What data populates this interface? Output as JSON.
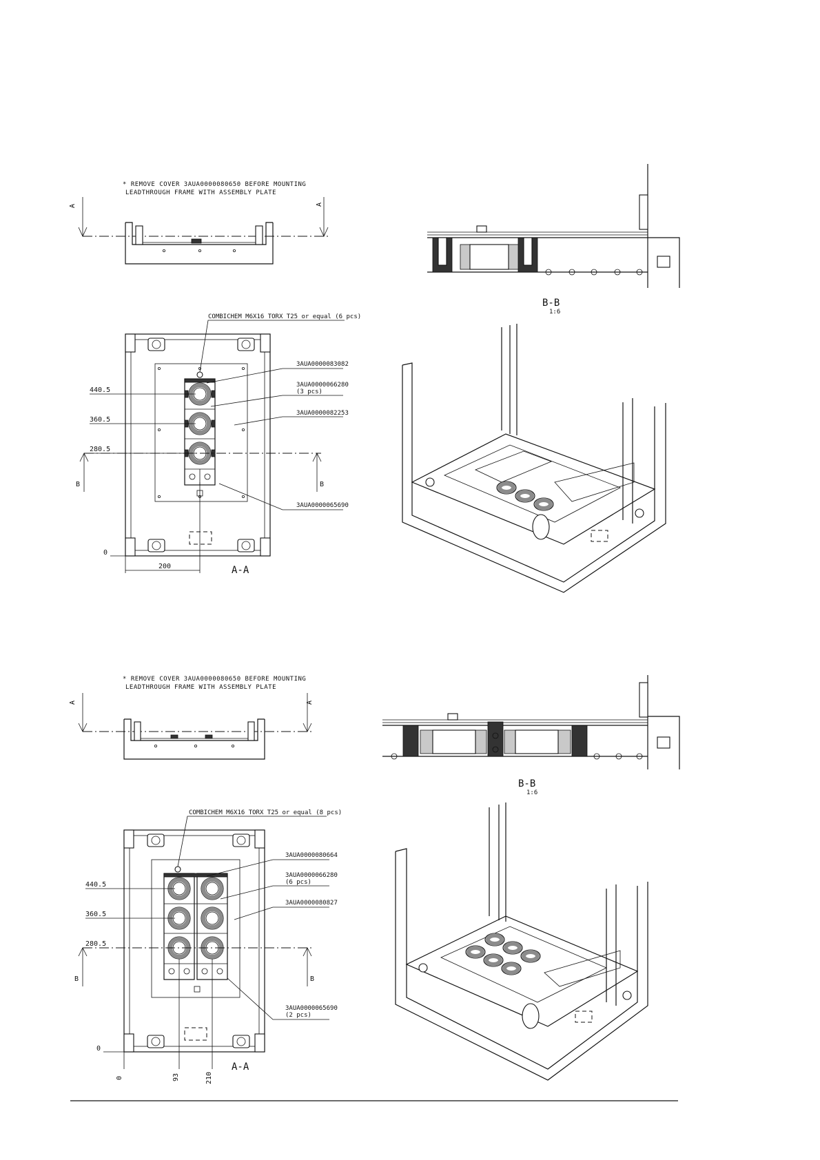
{
  "top": {
    "note_line1": "* REMOVE COVER 3AUA0000080650 BEFORE MOUNTING",
    "note_line2": "LEADTHROUGH FRAME WITH ASSEMBLY PLATE",
    "cut_label": "A",
    "screw_callout": "COMBICHEM M6X16 TORX T25 or equal (6 pcs)",
    "ref_1": "3AUA0000083082",
    "ref_2": "3AUA0000066280",
    "ref_2_qty": "(3 pcs)",
    "ref_3": "3AUA0000082253",
    "ref_4": "3AUA0000065690",
    "dim_1": "440.5",
    "dim_2": "360.5",
    "dim_3": "280.5",
    "dim_zero": "0",
    "dim_width": "200",
    "section_b_label": "B",
    "view_aa": "A-A",
    "view_bb": "B-B",
    "view_bb_scale": "1:6"
  },
  "bottom": {
    "note_line1": "* REMOVE COVER 3AUA0000080650 BEFORE MOUNTING",
    "note_line2": "LEADTHROUGH FRAME WITH ASSEMBLY PLATE",
    "cut_label": "A",
    "screw_callout": "COMBICHEM M6X16 TORX T25 or equal (8 pcs)",
    "ref_1": "3AUA0000080664",
    "ref_2": "3AUA0000066280",
    "ref_2_qty": "(6 pcs)",
    "ref_3": "3AUA0000080827",
    "ref_4": "3AUA0000065690",
    "ref_4_qty": "(2 pcs)",
    "dim_1": "440.5",
    "dim_2": "360.5",
    "dim_3": "280.5",
    "dim_zero": "0",
    "vdim_1": "0",
    "vdim_2": "93",
    "vdim_3": "210",
    "section_b_label": "B",
    "view_aa": "A-A",
    "view_bb": "B-B",
    "view_bb_scale": "1:6"
  }
}
